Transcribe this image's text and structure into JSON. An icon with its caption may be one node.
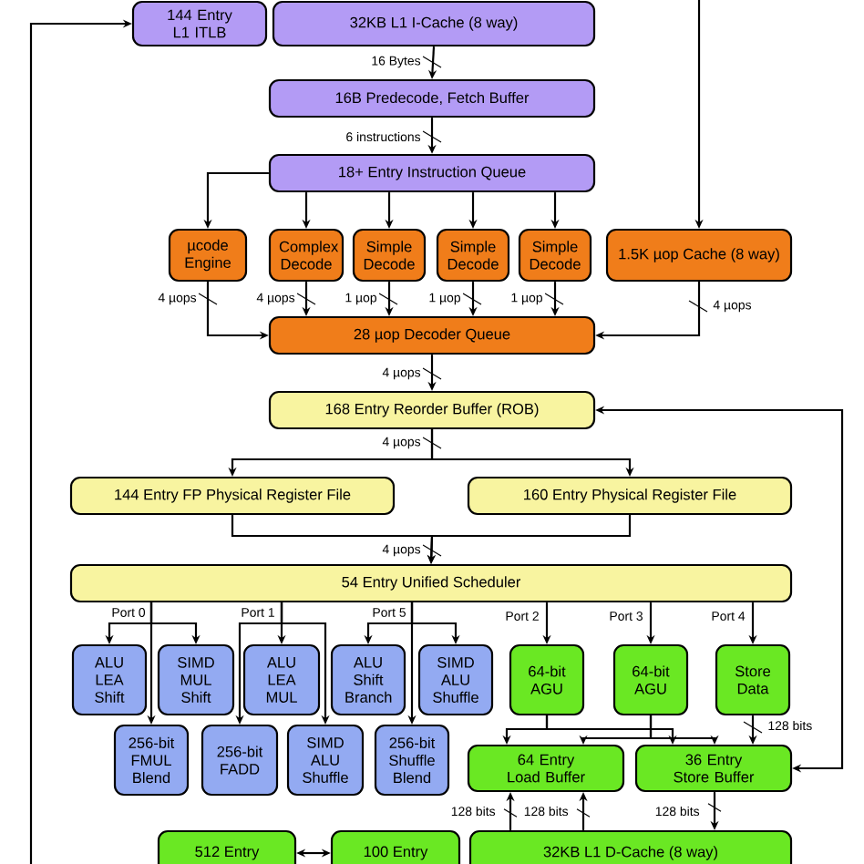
{
  "diagram": {
    "nodes": [
      {
        "text": [
          "144 Entry L1 ITLB"
        ]
      },
      {
        "text": [
          "32KB L1 I-Cache (8 way)"
        ]
      },
      {
        "text": [
          "16B Predecode, Fetch Buffer"
        ]
      },
      {
        "text": [
          "18+ Entry Instruction Queue"
        ]
      },
      {
        "text": [
          "µcode Engine"
        ]
      },
      {
        "text": [
          "Complex Decode"
        ]
      },
      {
        "text": [
          "Simple Decode"
        ]
      },
      {
        "text": [
          "Simple Decode"
        ]
      },
      {
        "text": [
          "Simple Decode"
        ]
      },
      {
        "text": [
          "1.5K µop Cache (8 way)"
        ]
      },
      {
        "text": [
          "28 µop Decoder Queue"
        ]
      },
      {
        "text": [
          "168 Entry Reorder Buffer (ROB)"
        ]
      },
      {
        "text": [
          "144 Entry FP Physical Register File"
        ]
      },
      {
        "text": [
          "160 Entry Physical Register File"
        ]
      },
      {
        "text": [
          "54 Entry Unified Scheduler"
        ]
      },
      {
        "text": [
          "ALU LEA Shift"
        ]
      },
      {
        "text": [
          "SIMD MUL Shift"
        ]
      },
      {
        "text": [
          "ALU LEA MUL"
        ]
      },
      {
        "text": [
          "ALU Shift Branch"
        ]
      },
      {
        "text": [
          "SIMD ALU Shuffle"
        ]
      },
      {
        "text": [
          "256-bit FMUL Blend"
        ]
      },
      {
        "text": [
          "256-bit FADD"
        ]
      },
      {
        "text": [
          "SIMD ALU Shuffle"
        ]
      },
      {
        "text": [
          "256-bit Shuffle Blend"
        ]
      },
      {
        "text": [
          "64-bit AGU"
        ]
      },
      {
        "text": [
          "64-bit AGU"
        ]
      },
      {
        "text": [
          "Store Data"
        ]
      },
      {
        "text": [
          "64 Entry Load Buffer"
        ]
      },
      {
        "text": [
          "36 Entry Store Buffer"
        ]
      },
      {
        "text": [
          "512 Entry"
        ]
      },
      {
        "text": [
          "100 Entry"
        ]
      },
      {
        "text": [
          "32KB L1 D-Cache (8 way)"
        ]
      }
    ],
    "edges": [
      {
        "from": 1,
        "to": 2,
        "arrow": "to",
        "label": "16 Bytes"
      },
      {
        "from": 2,
        "to": 3,
        "arrow": "to",
        "label": "6 instructions"
      },
      {
        "from": 3,
        "to": 4,
        "arrow": "to"
      },
      {
        "from": 3,
        "to": 5,
        "arrow": "to"
      },
      {
        "from": 3,
        "to": 6,
        "arrow": "to"
      },
      {
        "from": 3,
        "to": 7,
        "arrow": "to"
      },
      {
        "from": 3,
        "to": 8,
        "arrow": "to"
      },
      {
        "from": null,
        "to": 9,
        "arrow": "to"
      },
      {
        "from": 4,
        "to": 10,
        "arrow": "to",
        "label": "4 µops"
      },
      {
        "from": 5,
        "to": 10,
        "arrow": "to",
        "label": "4 µops"
      },
      {
        "from": 6,
        "to": 10,
        "arrow": "to",
        "label": "1 µop"
      },
      {
        "from": 7,
        "to": 10,
        "arrow": "to",
        "label": "1 µop"
      },
      {
        "from": 8,
        "to": 10,
        "arrow": "to",
        "label": "1 µop"
      },
      {
        "from": 9,
        "to": 10,
        "arrow": "to",
        "label": "4 µops"
      },
      {
        "from": 10,
        "to": 11,
        "arrow": "to",
        "label": "4 µops"
      },
      {
        "from": 11,
        "to": 12,
        "arrow": "to",
        "label": "4 µops"
      },
      {
        "from": 11,
        "to": 13,
        "arrow": "to"
      },
      {
        "from": 12,
        "to": 14,
        "arrow": "to",
        "label": "4 µops"
      },
      {
        "from": 13,
        "to": 14,
        "arrow": "to"
      },
      {
        "from": 14,
        "to": 15,
        "arrow": "to",
        "label": "Port 0"
      },
      {
        "from": 14,
        "to": 16,
        "arrow": "to"
      },
      {
        "from": 14,
        "to": 20,
        "arrow": "to"
      },
      {
        "from": 14,
        "to": 17,
        "arrow": "to",
        "label": "Port 1"
      },
      {
        "from": 14,
        "to": 21,
        "arrow": "to"
      },
      {
        "from": 14,
        "to": 22,
        "arrow": "to"
      },
      {
        "from": 14,
        "to": 18,
        "arrow": "to",
        "label": "Port 5"
      },
      {
        "from": 14,
        "to": 23,
        "arrow": "to"
      },
      {
        "from": 14,
        "to": 19,
        "arrow": "to"
      },
      {
        "from": 14,
        "to": 24,
        "arrow": "to",
        "label": "Port 2"
      },
      {
        "from": 14,
        "to": 25,
        "arrow": "to",
        "label": "Port 3"
      },
      {
        "from": 14,
        "to": 26,
        "arrow": "to",
        "label": "Port 4"
      },
      {
        "from": 24,
        "to": 27,
        "arrow": "to"
      },
      {
        "from": 24,
        "to": 28,
        "arrow": "to"
      },
      {
        "from": 25,
        "to": 27,
        "arrow": "to"
      },
      {
        "from": 25,
        "to": 28,
        "arrow": "to"
      },
      {
        "from": 26,
        "to": 28,
        "arrow": "to",
        "label": "128 bits"
      },
      {
        "from": 31,
        "to": 27,
        "arrow": "to",
        "label": "128 bits"
      },
      {
        "from": 31,
        "to": 27,
        "arrow": "to",
        "label": "128 bits"
      },
      {
        "from": 28,
        "to": 31,
        "arrow": "to",
        "label": "128 bits"
      },
      {
        "from": 11,
        "to": 28,
        "arrow": "both"
      },
      {
        "from": null,
        "to": 0,
        "arrow": "to"
      },
      {
        "from": 29,
        "to": 30,
        "arrow": "both"
      }
    ]
  }
}
